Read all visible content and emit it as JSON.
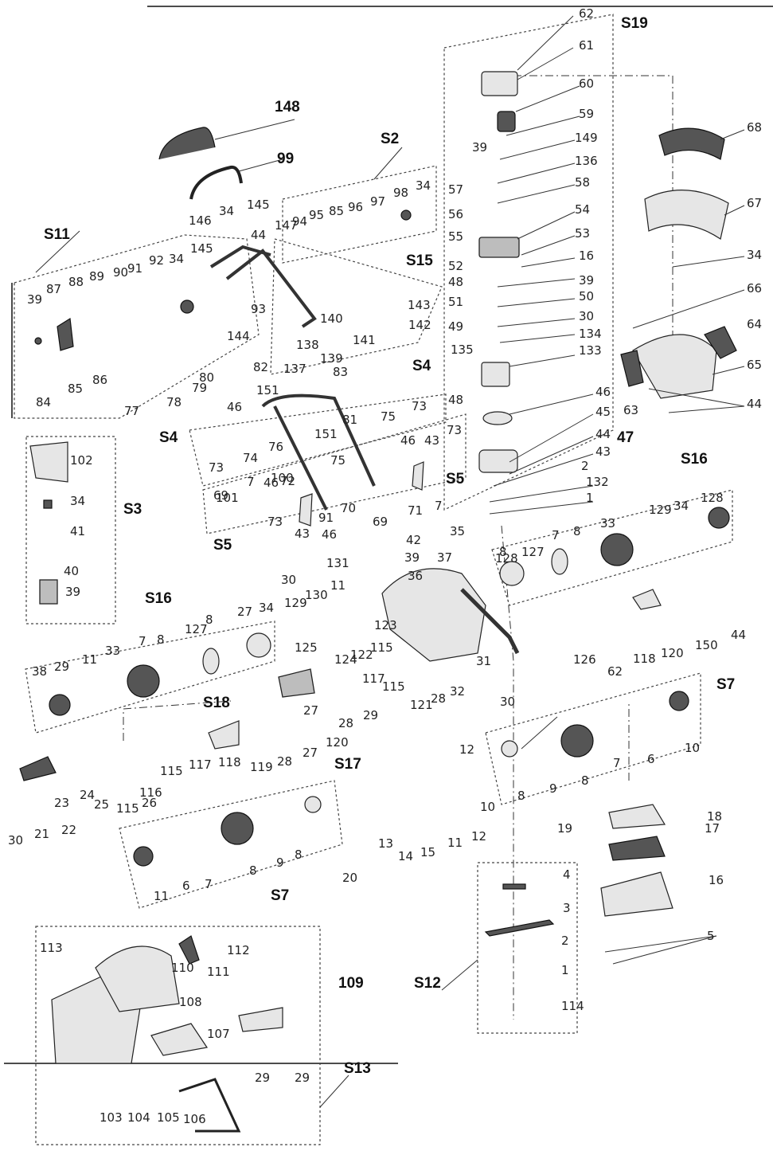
{
  "sections": [
    {
      "id": "s19",
      "text": "S19"
    },
    {
      "id": "s2",
      "text": "S2"
    },
    {
      "id": "s11",
      "text": "S11"
    },
    {
      "id": "s15",
      "text": "S15"
    },
    {
      "id": "s4a",
      "text": "S4"
    },
    {
      "id": "s4b",
      "text": "S4"
    },
    {
      "id": "s3",
      "text": "S3"
    },
    {
      "id": "s5a",
      "text": "S5"
    },
    {
      "id": "s5b",
      "text": "S5"
    },
    {
      "id": "s16a",
      "text": "S16"
    },
    {
      "id": "s16b",
      "text": "S16"
    },
    {
      "id": "s18",
      "text": "S18"
    },
    {
      "id": "s17",
      "text": "S17"
    },
    {
      "id": "s7a",
      "text": "S7"
    },
    {
      "id": "s7b",
      "text": "S7"
    },
    {
      "id": "s12",
      "text": "S12"
    },
    {
      "id": "s13",
      "text": "S13"
    }
  ],
  "big_labels": [
    {
      "id": "l148",
      "text": "148"
    },
    {
      "id": "l99",
      "text": "99"
    },
    {
      "id": "l47",
      "text": "47"
    },
    {
      "id": "l109",
      "text": "109"
    }
  ],
  "labels": [
    "62",
    "61",
    "60",
    "59",
    "149",
    "136",
    "58",
    "54",
    "53",
    "16",
    "39",
    "57",
    "56",
    "55",
    "52",
    "48",
    "39",
    "51",
    "50",
    "30",
    "49",
    "134",
    "135",
    "133",
    "48",
    "46",
    "45",
    "44",
    "43",
    "2",
    "132",
    "1",
    "68",
    "67",
    "34",
    "66",
    "64",
    "65",
    "63",
    "44",
    "34",
    "145",
    "147",
    "94",
    "95",
    "85",
    "96",
    "97",
    "98",
    "34",
    "146",
    "44",
    "145",
    "92",
    "34",
    "91",
    "90",
    "89",
    "88",
    "87",
    "39",
    "93",
    "143",
    "142",
    "140",
    "141",
    "138",
    "137",
    "139",
    "144",
    "82",
    "80",
    "79",
    "78",
    "77",
    "86",
    "85",
    "84",
    "83",
    "151",
    "81",
    "75",
    "73",
    "46",
    "151",
    "76",
    "75",
    "74",
    "73",
    "46",
    "43",
    "73",
    "46",
    "72",
    "69",
    "71",
    "7",
    "70",
    "69",
    "73",
    "43",
    "46",
    "7",
    "100",
    "101",
    "91",
    "102",
    "34",
    "41",
    "40",
    "39",
    "42",
    "39",
    "36",
    "37",
    "35",
    "30",
    "131",
    "130",
    "11",
    "129",
    "34",
    "128",
    "8",
    "127",
    "7",
    "8",
    "33",
    "129",
    "34",
    "128",
    "8",
    "127",
    "8",
    "7",
    "33",
    "11",
    "29",
    "38",
    "27",
    "123",
    "122",
    "115",
    "124",
    "125",
    "31",
    "32",
    "30",
    "126",
    "62",
    "44",
    "150",
    "120",
    "118",
    "117",
    "115",
    "121",
    "28",
    "27",
    "28",
    "29",
    "120",
    "27",
    "28",
    "119",
    "118",
    "117",
    "115",
    "116",
    "115",
    "26",
    "25",
    "24",
    "23",
    "22",
    "21",
    "30",
    "12",
    "13",
    "14",
    "15",
    "12",
    "11",
    "10",
    "8",
    "9",
    "8",
    "7",
    "6",
    "10",
    "8",
    "9",
    "8",
    "7",
    "6",
    "11",
    "20",
    "19",
    "18",
    "17",
    "16",
    "5",
    "4",
    "3",
    "2",
    "1",
    "114",
    "113",
    "112",
    "111",
    "110",
    "108",
    "107",
    "29",
    "29",
    "103",
    "104",
    "105",
    "106"
  ]
}
